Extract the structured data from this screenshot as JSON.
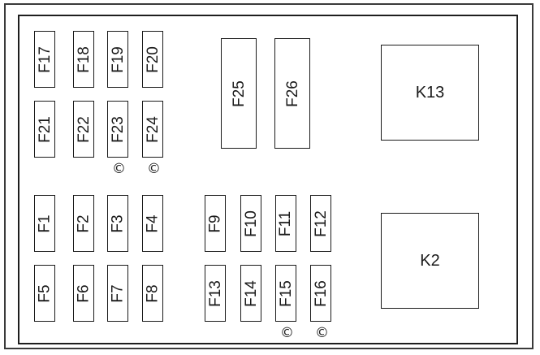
{
  "diagram": {
    "fuses": [
      {
        "id": "f17",
        "label": "F17"
      },
      {
        "id": "f18",
        "label": "F18"
      },
      {
        "id": "f19",
        "label": "F19"
      },
      {
        "id": "f20",
        "label": "F20"
      },
      {
        "id": "f21",
        "label": "F21"
      },
      {
        "id": "f22",
        "label": "F22"
      },
      {
        "id": "f23",
        "label": "F23"
      },
      {
        "id": "f24",
        "label": "F24"
      },
      {
        "id": "f25",
        "label": "F25"
      },
      {
        "id": "f26",
        "label": "F26"
      },
      {
        "id": "f1",
        "label": "F1"
      },
      {
        "id": "f2",
        "label": "F2"
      },
      {
        "id": "f3",
        "label": "F3"
      },
      {
        "id": "f4",
        "label": "F4"
      },
      {
        "id": "f5",
        "label": "F5"
      },
      {
        "id": "f6",
        "label": "F6"
      },
      {
        "id": "f7",
        "label": "F7"
      },
      {
        "id": "f8",
        "label": "F8"
      },
      {
        "id": "f9",
        "label": "F9"
      },
      {
        "id": "f10",
        "label": "F10"
      },
      {
        "id": "f11",
        "label": "F11"
      },
      {
        "id": "f12",
        "label": "F12"
      },
      {
        "id": "f13",
        "label": "F13"
      },
      {
        "id": "f14",
        "label": "F14"
      },
      {
        "id": "f15",
        "label": "F15"
      },
      {
        "id": "f16",
        "label": "F16"
      }
    ],
    "relays": [
      {
        "id": "k13",
        "label": "K13"
      },
      {
        "id": "k2",
        "label": "K2"
      }
    ],
    "marked_fuses": [
      "F23",
      "F24",
      "F15",
      "F16"
    ],
    "mark_symbol": "©"
  }
}
